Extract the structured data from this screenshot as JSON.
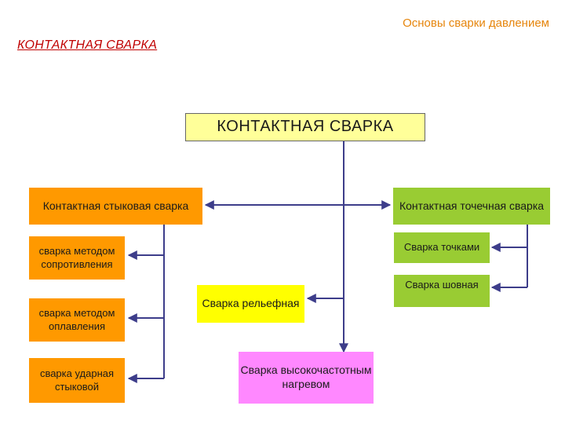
{
  "header": {
    "title": "Основы сварки давлением"
  },
  "page": {
    "title": "КОНТАКТНАЯ   СВАРКА"
  },
  "diagram": {
    "root": "КОНТАКТНАЯ   СВАРКА",
    "butt": {
      "title": "Контактная стыковая сварка",
      "children": [
        "сварка методом сопротивления",
        "сварка методом оплавления",
        "сварка ударная стыковой"
      ]
    },
    "spot": {
      "title": "Контактная точечная сварка",
      "children": [
        "Сварка точками",
        "Сварка шовная"
      ]
    },
    "relief": "Сварка рельефная",
    "hf": "Сварка высокочастотным нагревом"
  },
  "colors": {
    "orange": "#ff9900",
    "green": "#99cc33",
    "yellow": "#ffff00",
    "pink": "#ff88ff",
    "root_fill": "#ffff99",
    "connector": "#3d3d8a",
    "header_text": "#e6850c",
    "title_text": "#c00000"
  }
}
